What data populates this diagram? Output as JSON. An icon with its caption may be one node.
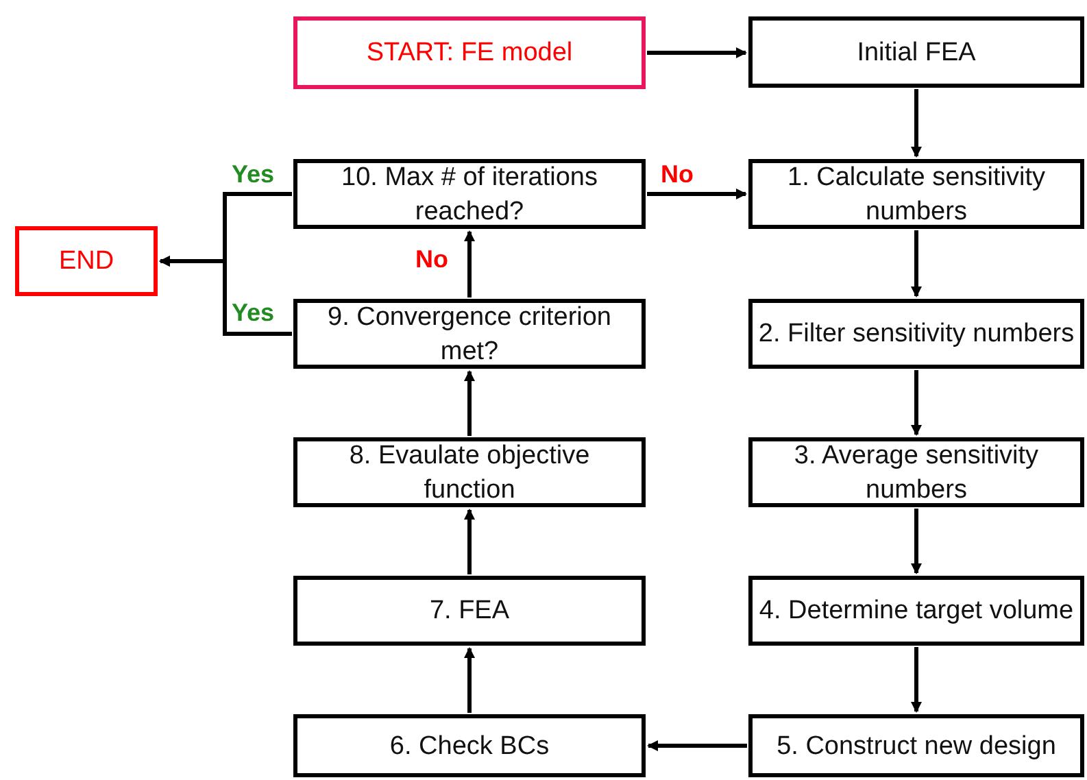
{
  "diagram": {
    "nodes": [
      {
        "text": [
          "START:  FE model"
        ]
      },
      {
        "text": [
          "Initial FEA"
        ]
      },
      {
        "text": [
          "1. Calculate sensitivity numbers"
        ]
      },
      {
        "text": [
          "2. Filter sensitivity numbers"
        ]
      },
      {
        "text": [
          "3. Average sensitivity numbers"
        ]
      },
      {
        "text": [
          "4. Determine target volume"
        ]
      },
      {
        "text": [
          "5. Construct new design"
        ]
      },
      {
        "text": [
          "6. Check BCs"
        ]
      },
      {
        "text": [
          "7. FEA"
        ]
      },
      {
        "text": [
          "8. Evaulate objective function"
        ]
      },
      {
        "text": [
          "9. Convergence criterion met?"
        ]
      },
      {
        "text": [
          "10. Max # of iterations reached?"
        ]
      },
      {
        "text": [
          "END"
        ]
      }
    ],
    "edges": [
      {
        "from": 0,
        "to": 1,
        "arrow": "to"
      },
      {
        "from": 1,
        "to": 2,
        "arrow": "to"
      },
      {
        "from": 2,
        "to": 3,
        "arrow": "to"
      },
      {
        "from": 3,
        "to": 4,
        "arrow": "to"
      },
      {
        "from": 4,
        "to": 5,
        "arrow": "to"
      },
      {
        "from": 5,
        "to": 6,
        "arrow": "to"
      },
      {
        "from": 6,
        "to": 7,
        "arrow": "to"
      },
      {
        "from": 7,
        "to": 8,
        "arrow": "to"
      },
      {
        "from": 8,
        "to": 9,
        "arrow": "to"
      },
      {
        "from": 9,
        "to": 10,
        "arrow": "to"
      },
      {
        "from": 10,
        "to": 11,
        "label": "No",
        "arrow": "to"
      },
      {
        "from": 11,
        "to": 2,
        "label": "No",
        "arrow": "to"
      },
      {
        "from": 11,
        "to": 12,
        "label": "Yes",
        "arrow": "to"
      },
      {
        "from": 10,
        "to": 12,
        "label": "Yes",
        "arrow": "to"
      }
    ]
  }
}
